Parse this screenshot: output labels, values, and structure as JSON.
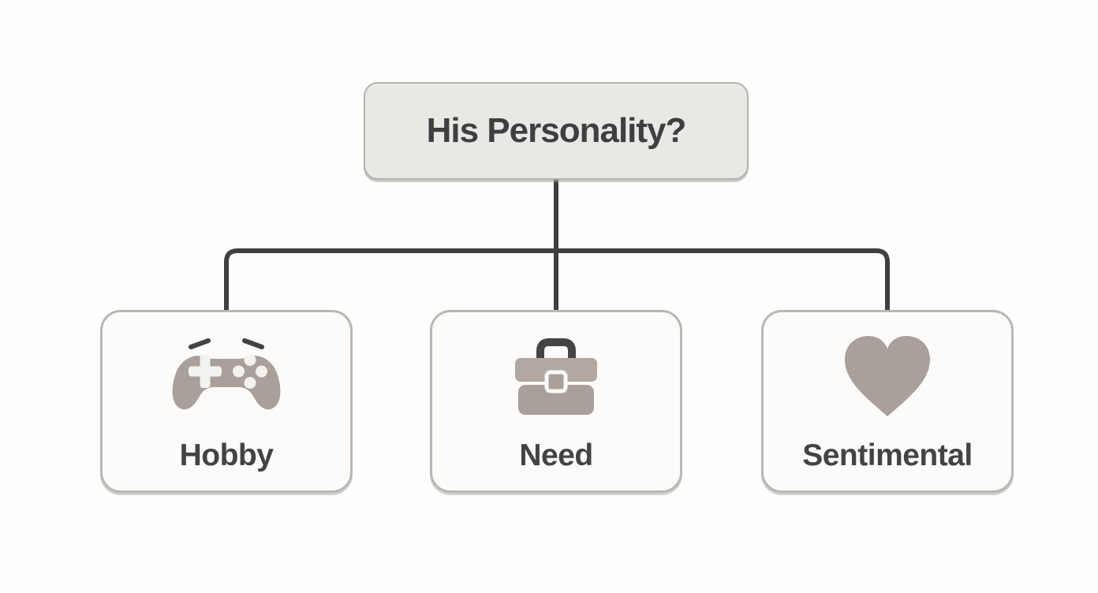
{
  "diagram": {
    "root": {
      "label": "His Personality?"
    },
    "children": [
      {
        "label": "Hobby",
        "icon": "game-controller-icon"
      },
      {
        "label": "Need",
        "icon": "briefcase-icon"
      },
      {
        "label": "Sentimental",
        "icon": "heart-icon"
      }
    ]
  },
  "colors": {
    "connector": "#3e3f3f",
    "icon_fill": "#a8a099",
    "icon_fill_light": "#b0a8a1",
    "icon_accent": "#f4f2f0",
    "icon_dark": "#434343",
    "root_box_bg": "#eae8e5",
    "child_box_bg": "#fcfbf9",
    "box_border": "#b5b3b0",
    "text": "#3f3f42"
  }
}
